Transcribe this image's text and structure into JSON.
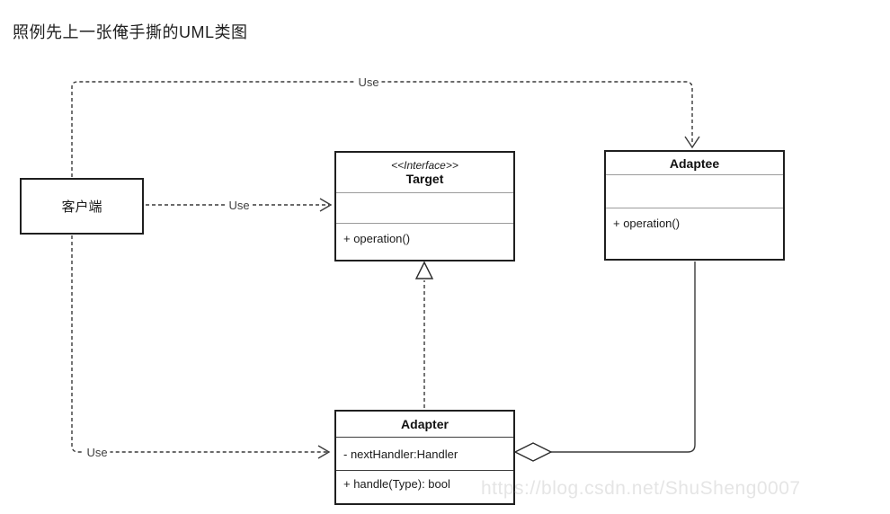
{
  "page": {
    "title": "照例先上一张俺手撕的UML类图"
  },
  "diagram": {
    "client": {
      "name": "客户端"
    },
    "target": {
      "stereotype": "<<Interface>>",
      "name": "Target",
      "method": "+ operation()"
    },
    "adaptee": {
      "name": "Adaptee",
      "method": "+ operation()"
    },
    "adapter": {
      "name": "Adapter",
      "attribute": "- nextHandler:Handler",
      "method": "+ handle(Type): bool"
    },
    "labels": {
      "use_top": "Use",
      "use_middle": "Use",
      "use_bottom": "Use"
    },
    "colors": {
      "connector": "#3a3a3a",
      "box_border": "#1f1f1f",
      "divider": "#9b9b9b",
      "text": "#1a1a1a",
      "label_text": "#3f3f3f"
    }
  },
  "watermark": {
    "text": "https://blog.csdn.net/ShuSheng0007"
  }
}
